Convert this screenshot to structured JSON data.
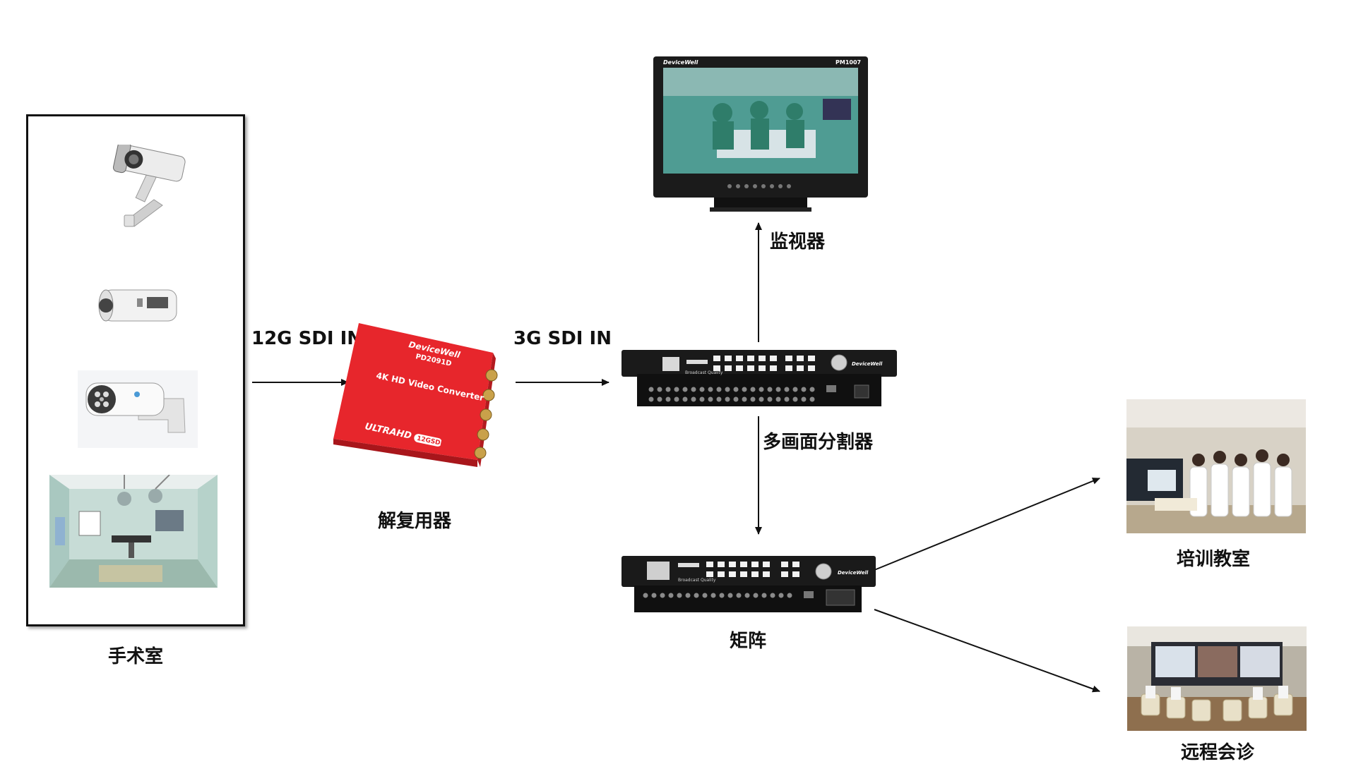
{
  "operating_room": {
    "label": "手术室"
  },
  "demuxer": {
    "label": "解复用器",
    "brand": "DeviceWell",
    "model": "PD2091D",
    "product": "4K HD Video Converter",
    "series": "ULTRAHD",
    "badge": "12GSDI"
  },
  "monitor": {
    "label": "监视器",
    "brand": "DeviceWell",
    "model": "PM1007"
  },
  "multiviewer": {
    "label": "多画面分割器",
    "brand": "DeviceWell",
    "tag": "Broadcast Quality"
  },
  "matrix": {
    "label": "矩阵",
    "brand": "DeviceWell",
    "tag": "Broadcast Quality"
  },
  "training_room": {
    "label": "培训教室"
  },
  "remote_consult": {
    "label": "远程会诊"
  },
  "signals": {
    "input_12g": "12G SDI IN",
    "input_3g": "3G SDI IN"
  },
  "icons": [
    "bullet-camera-icon",
    "tube-camera-icon",
    "ir-camera-icon",
    "operating-room-photo",
    "converter-device-icon",
    "monitor-icon",
    "rack-device-icon",
    "classroom-photo",
    "conference-photo"
  ]
}
